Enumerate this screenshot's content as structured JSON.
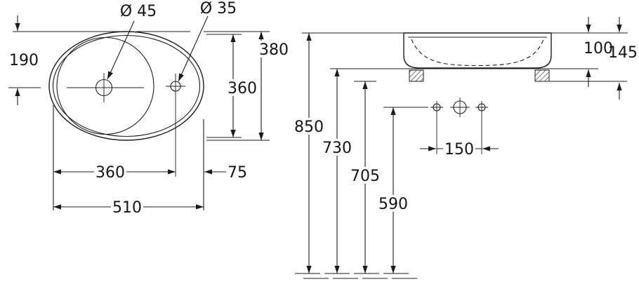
{
  "top_view": {
    "drain_diameter_label": "Ø 45",
    "taphole_diameter_label": "Ø 35",
    "dim_edge_to_drain": "190",
    "dim_outer_depth": "380",
    "dim_inner_depth": "360",
    "dim_left_to_taphole": "360",
    "dim_taphole_to_edge": "75",
    "dim_overall_width": "510"
  },
  "side_view": {
    "dim_rim_to_body_bottom": "100",
    "dim_rim_to_mount_bottom": "145",
    "dim_floor_to_rim": "850",
    "dim_floor_to_body_bottom": "730",
    "dim_floor_to_mount": "705",
    "dim_floor_to_taphole": "590",
    "dim_taphole_spacing": "150"
  }
}
